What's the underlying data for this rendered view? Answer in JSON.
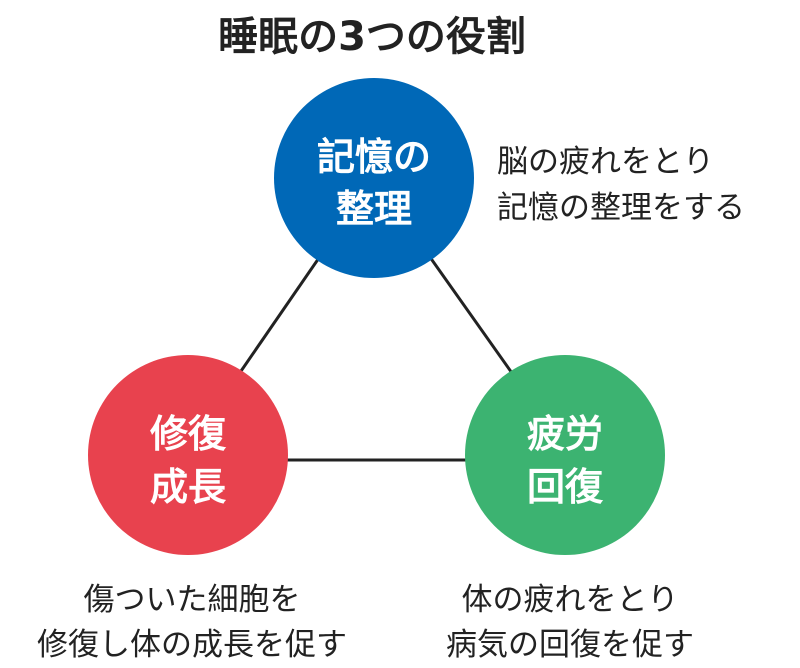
{
  "title": "睡眠の3つの役割",
  "nodes": {
    "memory": {
      "label_line1": "記憶の",
      "label_line2": "整理",
      "color": "#0068b7",
      "desc_line1": "脳の疲れをとり",
      "desc_line2": "記憶の整理をする"
    },
    "growth": {
      "label_line1": "修復",
      "label_line2": "成長",
      "color": "#e8424e",
      "desc_line1": "傷ついた細胞を",
      "desc_line2": "修復し体の成長を促す"
    },
    "recovery": {
      "label_line1": "疲労",
      "label_line2": "回復",
      "color": "#3cb371",
      "desc_line1": "体の疲れをとり",
      "desc_line2": "病気の回復を促す"
    }
  }
}
